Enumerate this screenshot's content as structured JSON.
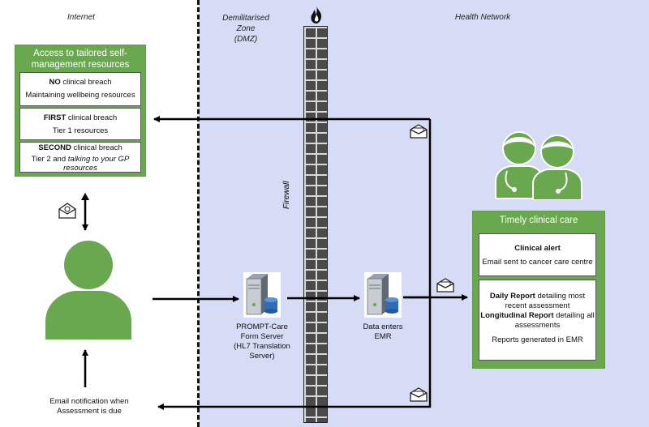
{
  "zones": {
    "internet": "Internet",
    "dmz_line1": "Demilitarised",
    "dmz_line2": "Zone",
    "dmz_line3": "(DMZ)",
    "health": "Health Network"
  },
  "firewall": {
    "label": "Firewall",
    "icon": "flame-icon"
  },
  "self_management": {
    "title_line1": "Access to tailored self-",
    "title_line2": "management resources",
    "items": [
      {
        "bold": "NO",
        "rest": " clinical breach",
        "line2": "Maintaining wellbeing resources"
      },
      {
        "bold": "FIRST",
        "rest": " clinical breach",
        "line2": "Tier 1 resources"
      },
      {
        "bold": "SECOND",
        "rest": " clinical breach",
        "line2a": "Tier 2 and ",
        "line2b_italic": "talking to your GP",
        "line3_italic": "resources"
      }
    ]
  },
  "patient": {
    "icon": "person-icon"
  },
  "notification": {
    "line1": "Email notification when",
    "line2": "Assessment is due"
  },
  "server": {
    "icon": "server-icon",
    "line1": "PROMPT-Care",
    "line2": "Form Server",
    "line3": "(HL7 Translation",
    "line4": "Server)"
  },
  "emr": {
    "icon": "server-icon",
    "line1": "Data enters",
    "line2": "EMR"
  },
  "clinical": {
    "icon": "clinicians-icon",
    "title": "Timely clinical care",
    "alert_title": "Clinical alert",
    "alert_body": "Email sent to cancer care centre",
    "daily_bold": "Daily Report",
    "daily_rest_1": " detailing most",
    "daily_rest_2": "recent assessment",
    "long_bold": "Longitudinal Report",
    "long_rest_1": " detailing all",
    "long_rest_2": "assessments",
    "reports_emr": "Reports generated in EMR"
  },
  "colors": {
    "green": "#6aa84f",
    "health_bg": "#d6dcf5",
    "firewall": "#4a4a4a"
  }
}
